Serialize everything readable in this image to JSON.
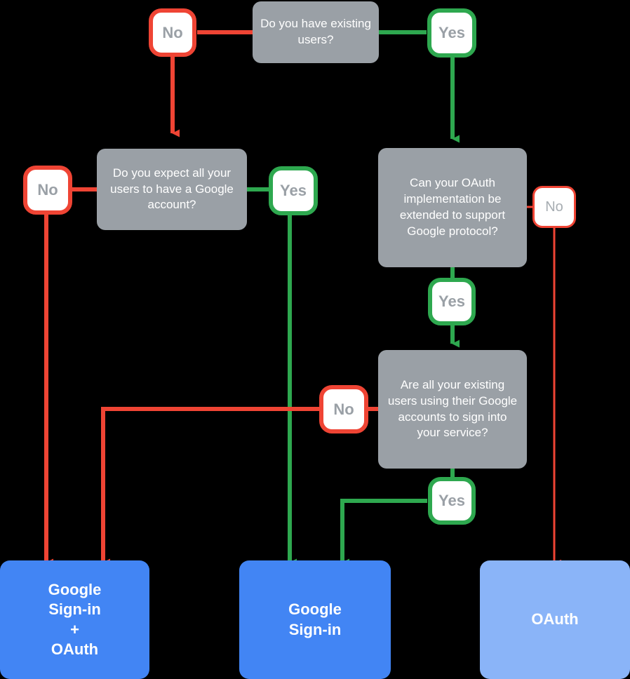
{
  "diagram": {
    "title": "Google Sign-in vs OAuth decision flowchart",
    "background": "#000000",
    "colors": {
      "question_box": "#9aa0a6",
      "no_edge": "#ef4434",
      "yes_edge": "#2ea84f",
      "result_primary": "#4285f4",
      "result_secondary": "#8ab4f8",
      "pill_fill": "#ffffff",
      "pill_text": "#9aa0a6",
      "question_text": "#ffffff"
    }
  },
  "questions": {
    "q1": "Do you have existing users?",
    "q2": "Do you expect all your users to have a Google account?",
    "q3": "Can your OAuth implementation be extended to support Google protocol?",
    "q4": "Are all your existing users using their Google accounts to sign into your service?"
  },
  "labels": {
    "q1_no": "No",
    "q1_yes": "Yes",
    "q2_no": "No",
    "q2_yes": "Yes",
    "q3_no": "No",
    "q3_yes": "Yes",
    "q4_no": "No",
    "q4_yes": "Yes"
  },
  "results": {
    "google_signin_plus_oauth": {
      "lines": [
        "Google",
        "Sign-in",
        "+",
        "OAuth"
      ],
      "color": "#4285f4"
    },
    "google_signin": {
      "lines": [
        "Google",
        "Sign-in"
      ],
      "color": "#4285f4"
    },
    "oauth": {
      "lines": [
        "OAuth"
      ],
      "color": "#8ab4f8"
    }
  }
}
